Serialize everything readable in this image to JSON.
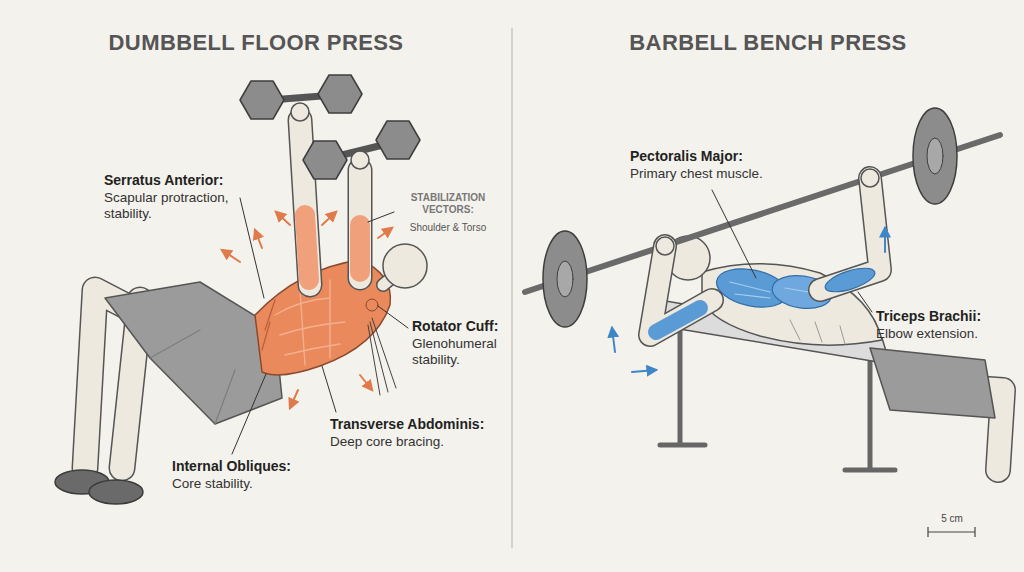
{
  "diagram": {
    "labels": [
      "DUMBBELL FLOOR PRESS",
      "BARBELL BENCH PRESS",
      "Serratus Anterior:",
      "Scapular protraction, stability.",
      "STABILIZATION VECTORS:",
      "Shoulder & Torso",
      "Rotator Cuff:",
      "Glenohumeral stability.",
      "Transverse Abdominis:",
      "Deep core bracing.",
      "Internal Obliques:",
      "Core stability.",
      "Pectoralis Major:",
      "Primary chest muscle.",
      "Triceps Brachii:",
      "Elbow extension.",
      "5 cm"
    ]
  }
}
